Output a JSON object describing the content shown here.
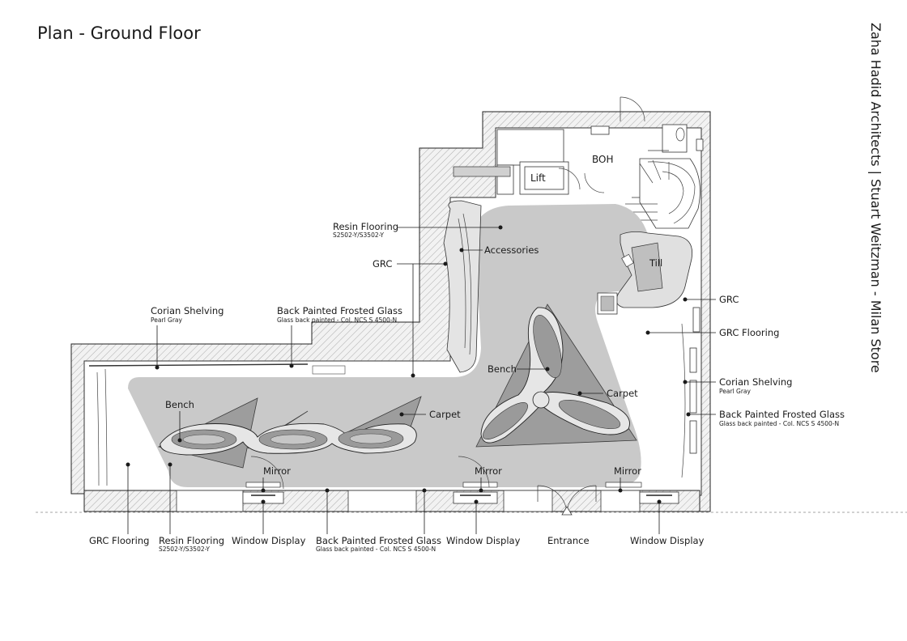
{
  "title": "Plan - Ground Floor",
  "side_title": "Zaha Hadid Architects | Stuart Weitzman - Milan Store",
  "rooms": {
    "boh": "BOH",
    "lift": "Lift",
    "till": "Till"
  },
  "labels": {
    "resin_top": {
      "text": "Resin Flooring",
      "sub": "S2502-Y/S3502-Y"
    },
    "grc_top": {
      "text": "GRC"
    },
    "accessories": {
      "text": "Accessories"
    },
    "corian_left": {
      "text": "Corian Shelving",
      "sub": "Pearl Gray"
    },
    "glass_top": {
      "text": "Back Painted Frosted Glass",
      "sub": "Glass back painted - Col. NCS S 4500-N"
    },
    "grc_right": {
      "text": "GRC"
    },
    "grc_flooring_right": {
      "text": "GRC Flooring"
    },
    "corian_right": {
      "text": "Corian Shelving",
      "sub": "Pearl Gray"
    },
    "glass_right": {
      "text": "Back Painted Frosted Glass",
      "sub": "Glass back painted - Col. NCS S 4500-N"
    },
    "bench_left": {
      "text": "Bench"
    },
    "carpet_left": {
      "text": "Carpet"
    },
    "bench_right": {
      "text": "Bench"
    },
    "carpet_right": {
      "text": "Carpet"
    },
    "mirror_1": {
      "text": "Mirror"
    },
    "mirror_2": {
      "text": "Mirror"
    },
    "mirror_3": {
      "text": "Mirror"
    },
    "grc_flooring_bottom": {
      "text": "GRC Flooring"
    },
    "resin_bottom": {
      "text": "Resin Flooring",
      "sub": "S2502-Y/S3502-Y"
    },
    "window_1": {
      "text": "Window Display"
    },
    "glass_bottom": {
      "text": "Back Painted Frosted Glass",
      "sub": "Glass back painted - Col. NCS S 4500-N"
    },
    "window_2": {
      "text": "Window Display"
    },
    "entrance": {
      "text": "Entrance"
    },
    "window_3": {
      "text": "Window Display"
    }
  }
}
